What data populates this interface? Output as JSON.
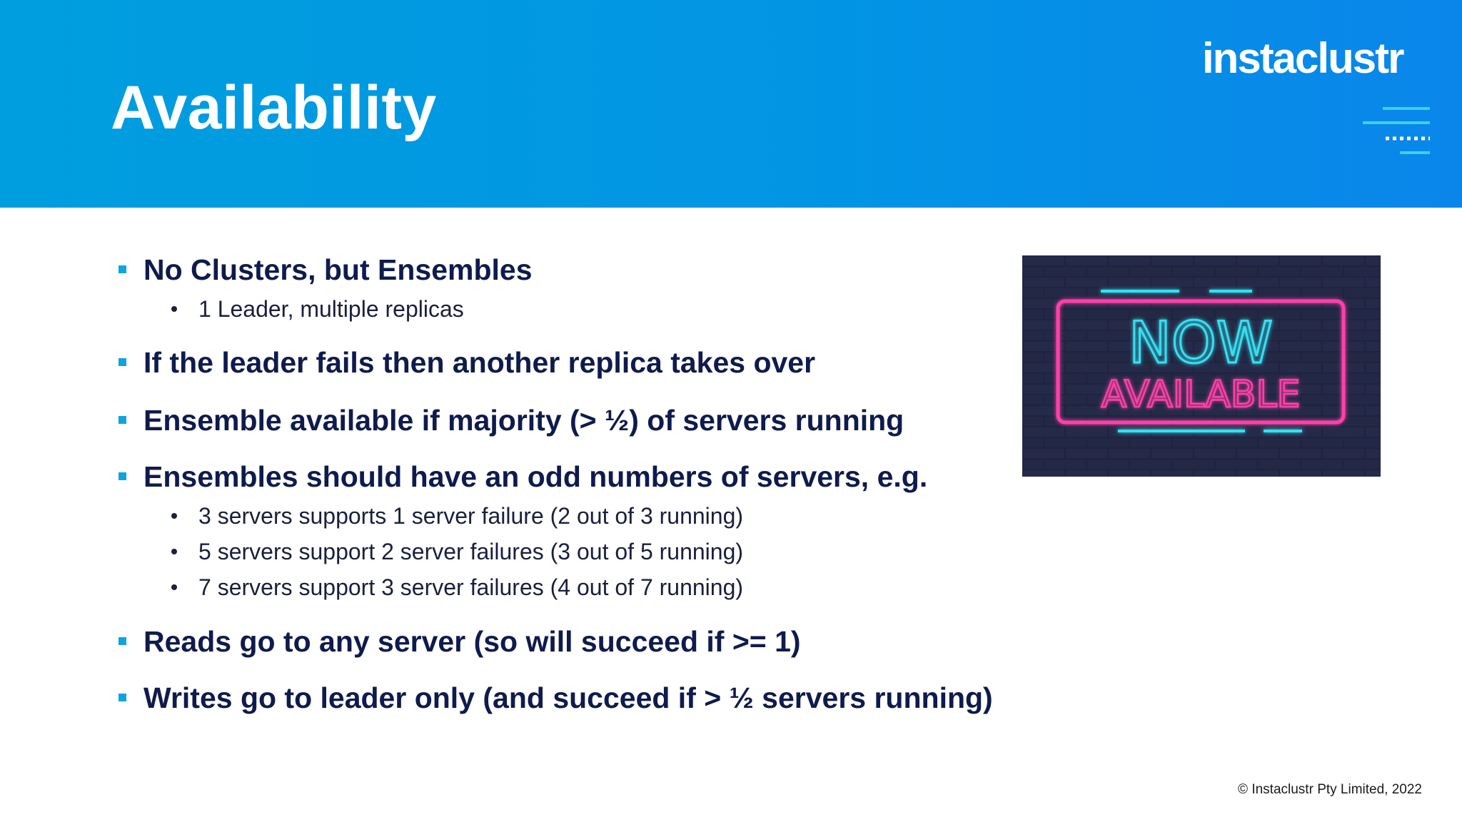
{
  "slide": {
    "title": "Availability",
    "logo_text": "instaclustr",
    "footer": "© Instaclustr Pty Limited, 2022"
  },
  "bullets": [
    {
      "text": "No Clusters, but Ensembles",
      "sub": [
        "1 Leader, multiple replicas"
      ]
    },
    {
      "text": "If the leader fails then another replica takes over",
      "sub": []
    },
    {
      "text": "Ensemble available if majority (> ½) of servers running",
      "sub": []
    },
    {
      "text": "Ensembles should have an odd numbers of servers, e.g.",
      "sub": [
        "3 servers supports 1 server failure (2 out of 3 running)",
        "5 servers support 2 server failures (3 out of 5 running)",
        "7 servers support 3 server failures (4 out of 7 running)"
      ]
    },
    {
      "text": "Reads go to any server (so will succeed if >= 1)",
      "sub": []
    },
    {
      "text": "Writes go to leader only (and succeed if > ½ servers running)",
      "sub": []
    }
  ],
  "image": {
    "line1": "NOW",
    "line2": "AVAILABLE"
  },
  "colors": {
    "header_start": "#009ede",
    "header_end": "#0a86ea",
    "bullet_square": "#0fa3e0",
    "text_dark": "#0f1b4d",
    "neon_pink": "#ff3fa8",
    "neon_cyan": "#36e0f0"
  }
}
